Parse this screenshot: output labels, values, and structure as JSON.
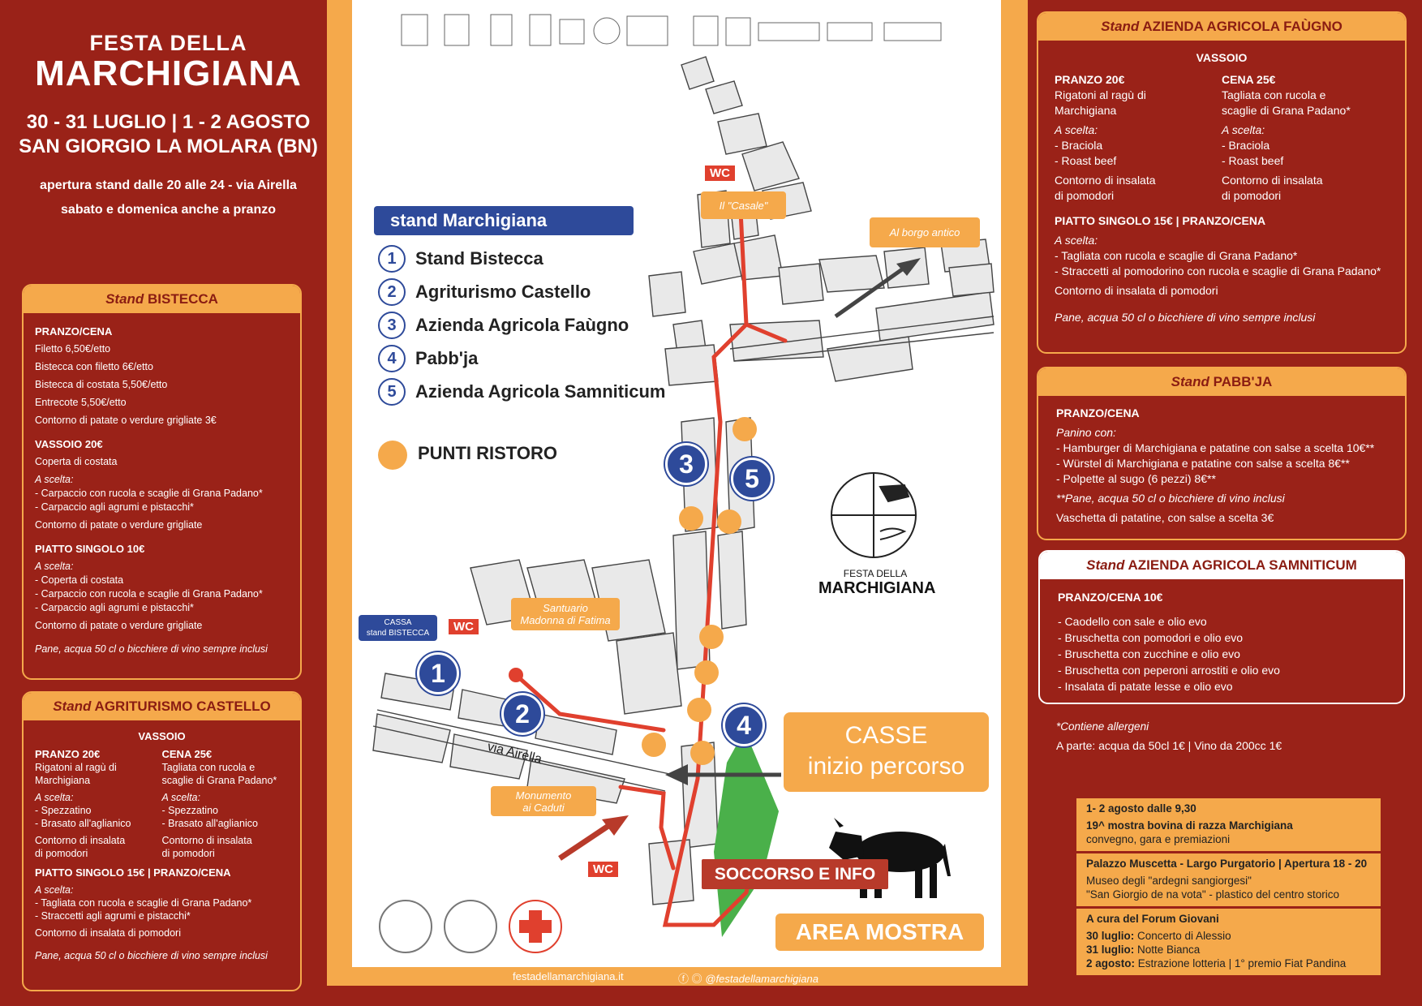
{
  "header": {
    "line1": "FESTA DELLA",
    "line2": "MARCHIGIANA",
    "dates": "30 - 31 LUGLIO | 1 - 2 AGOSTO",
    "place": "SAN GIORGIO LA MOLARA (BN)",
    "open1": "apertura stand dalle 20 alle 24 - via Airella",
    "open2": "sabato e domenica anche a pranzo"
  },
  "bistecca": {
    "title_i": "Stand",
    "title": "BISTECCA",
    "s1": "PRANZO/CENA",
    "l1": "Filetto 6,50€/etto",
    "l2": "Bistecca con filetto 6€/etto",
    "l3": "Bistecca di costata 5,50€/etto",
    "l4": "Entrecote 5,50€/etto",
    "l5": "Contorno di patate o verdure grigliate 3€",
    "s2": "VASSOIO 20€",
    "v1": "Coperta di costata",
    "v2": "A scelta:",
    "v3": "-  Carpaccio con rucola e scaglie di Grana Padano*",
    "v4": "-  Carpaccio agli agrumi e pistacchi*",
    "v5": "Contorno di patate o verdure grigliate",
    "s3": "PIATTO SINGOLO 10€",
    "p1": "A scelta:",
    "p2": "-    Coperta di costata",
    "p3": "-    Carpaccio con rucola e scaglie di Grana Padano*",
    "p4": "-    Carpaccio agli agrumi e pistacchi*",
    "p5": "Contorno di patate o verdure grigliate",
    "note": "Pane, acqua 50 cl o bicchiere di vino sempre inclusi"
  },
  "castello": {
    "title_i": "Stand",
    "title": "AGRITURISMO CASTELLO",
    "vassoio": "VASSOIO",
    "c1h": "PRANZO 20€",
    "c1a": "Rigatoni al ragù di",
    "c1b": "Marchigiana",
    "c1c": "A scelta:",
    "c1d": "-  Spezzatino",
    "c1e": "-  Brasato all'aglianico",
    "c1f": "Contorno di insalata",
    "c1g": "di pomodori",
    "c2h": "CENA 25€",
    "c2a": "Tagliata con rucola e",
    "c2b": "scaglie di Grana Padano*",
    "c2c": "A scelta:",
    "c2d": "-  Spezzatino",
    "c2e": "-  Brasato all'aglianico",
    "c2f": "Contorno di insalata",
    "c2g": "di pomodori",
    "s2": "PIATTO SINGOLO 15€ | PRANZO/CENA",
    "p1": "A scelta:",
    "p2": "- Tagliata con rucola e scaglie di Grana Padano*",
    "p3": "- Straccetti agli agrumi e pistacchi*",
    "p4": "Contorno di insalata di pomodori",
    "note": "Pane, acqua 50 cl o bicchiere di vino sempre inclusi"
  },
  "faugno": {
    "title_i": "Stand",
    "title": "AZIENDA AGRICOLA FAÙGNO",
    "vassoio": "VASSOIO",
    "c1h": "PRANZO 20€",
    "c1a": "Rigatoni al ragù di",
    "c1b": "Marchigiana",
    "c1c": "A scelta:",
    "c1d": "-  Braciola",
    "c1e": "-  Roast beef",
    "c1f": "Contorno di insalata",
    "c1g": "di pomodori",
    "c2h": "CENA 25€",
    "c2a": "Tagliata con rucola e",
    "c2b": "scaglie di Grana Padano*",
    "c2c": "A scelta:",
    "c2d": "-  Braciola",
    "c2e": "-  Roast beef",
    "c2f": "Contorno di insalata",
    "c2g": "di pomodori",
    "s2": "PIATTO SINGOLO 15€ | PRANZO/CENA",
    "p1": "A scelta:",
    "p2": "-  Tagliata con rucola e scaglie di Grana Padano*",
    "p3": "-  Straccetti al pomodorino con rucola e scaglie di Grana Padano*",
    "p4": "Contorno di insalata di pomodori",
    "note": "Pane, acqua 50 cl o bicchiere di vino sempre inclusi"
  },
  "pabbja": {
    "title_i": "Stand",
    "title": "PABB'JA",
    "s1": "PRANZO/CENA",
    "l1": "Panino con:",
    "l2": "- Hamburger di Marchigiana e patatine con salse a scelta 10€**",
    "l3": "- Würstel di Marchigiana e patatine con salse a scelta 8€**",
    "l4": "- Polpette al sugo (6 pezzi) 8€**",
    "l5": "**Pane, acqua 50 cl o bicchiere di vino inclusi",
    "l6": "Vaschetta di patatine, con salse a scelta 3€"
  },
  "samniticum": {
    "title_i": "Stand",
    "title": "AZIENDA AGRICOLA SAMNITICUM",
    "s1": "PRANZO/CENA 10€",
    "l1": "-  Caodello con sale e olio evo",
    "l2": "-  Bruschetta con pomodori e olio evo",
    "l3": "-  Bruschetta con zucchine e olio evo",
    "l4": "-  Bruschetta con peperoni arrostiti e olio evo",
    "l5": "-  Insalata di patate lesse e olio evo"
  },
  "notes": {
    "allergeni": "*Contiene allergeni",
    "aparte": "A parte: acqua da 50cl 1€  |  Vino da 200cc 1€"
  },
  "info": {
    "b1a": "1- 2 agosto dalle 9,30",
    "b1b": "19^ mostra bovina di razza Marchigiana",
    "b1c": "convegno, gara e premiazioni",
    "b2a": "Palazzo Muscetta - Largo Purgatorio | Apertura 18 - 20",
    "b2b": "Museo degli \"ardegni sangiorgesi\"",
    "b2c": "\"San Giorgio de na vota\" - plastico del centro storico",
    "b3a": "A cura del Forum Giovani",
    "b3b_k": "30 luglio:",
    "b3b_v": " Concerto di Alessio",
    "b3c_k": "31 luglio:",
    "b3c_v": " Notte Bianca",
    "b3d_k": "2 agosto:",
    "b3d_v": " Estrazione lotteria | 1° premio Fiat Pandina"
  },
  "map": {
    "legend_title": "stand Marchigiana",
    "legend": [
      "Stand Bistecca",
      "Agriturismo Castello",
      "Azienda Agricola Faùgno",
      "Pabb'ja",
      "Azienda Agricola Samniticum"
    ],
    "punti": "PUNTI RISTORO",
    "wc": "WC",
    "casale": "Il \"Casale\"",
    "borgo": "Al borgo antico",
    "santuario1": "Santuario",
    "santuario2": "Madonna di Fatima",
    "cassa1": "CASSA",
    "cassa2": "stand BISTECCA",
    "via": "via Airella",
    "monumento1": "Monumento",
    "monumento2": "ai Caduti",
    "casse1": "CASSE",
    "casse2": "inizio percorso",
    "soccorso": "SOCCORSO E INFO",
    "area": "AREA MOSTRA",
    "logo1": "FESTA DELLA",
    "logo2": "MARCHIGIANA",
    "site": "festadellamarchigiana.it",
    "social": "@festadellamarchigiana"
  }
}
